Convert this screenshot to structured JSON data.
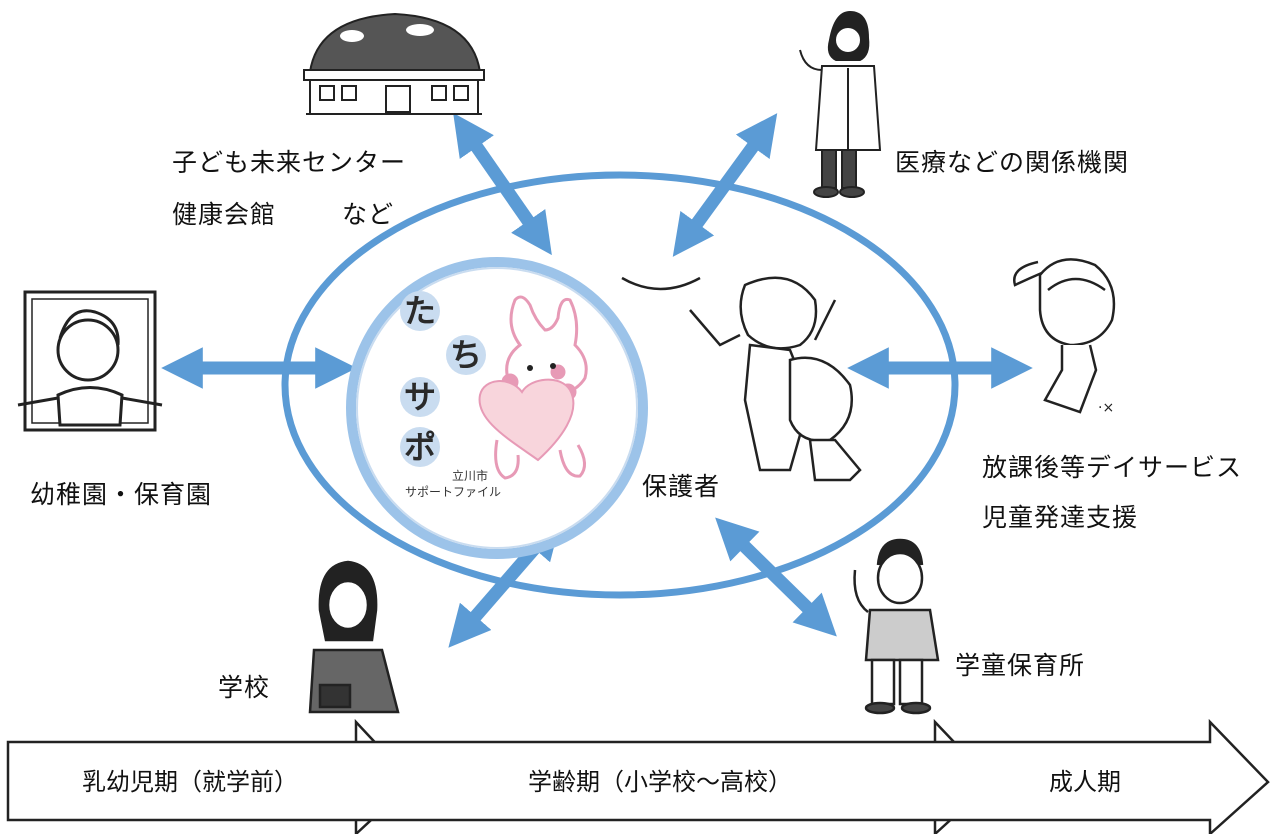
{
  "colors": {
    "accent_blue": "#5b9bd5",
    "ring_light": "#9cc3e9",
    "logo_circle": "#c9dcf0",
    "bunny_pink": "#e79ab6",
    "heart_fill": "#f8d5dc"
  },
  "labels": {
    "center_line1": "子ども未来センター",
    "center_line2": "健康会館",
    "center_line2_suffix": "など",
    "medical": "医療などの関係機関",
    "kindergarten": "幼稚園・保育園",
    "dayservice_line1": "放課後等デイサービス",
    "dayservice_line2": "児童発達支援",
    "guardian": "保護者",
    "school": "学校",
    "afterschool": "学童保育所"
  },
  "logo": {
    "chars": [
      "た",
      "ち",
      "サ",
      "ポ"
    ],
    "city": "立川市",
    "subtitle": "サポートファイル"
  },
  "timeline": {
    "stages": [
      "乳幼児期（就学前）",
      "学齢期（小学校～高校）",
      "成人期"
    ]
  },
  "icons": {
    "building": "building-icon",
    "doctor": "doctor-icon",
    "child": "child-window-icon",
    "girl": "girl-ponytail-icon",
    "family": "family-icon",
    "teacher": "teacher-icon",
    "staff": "staff-man-icon"
  }
}
